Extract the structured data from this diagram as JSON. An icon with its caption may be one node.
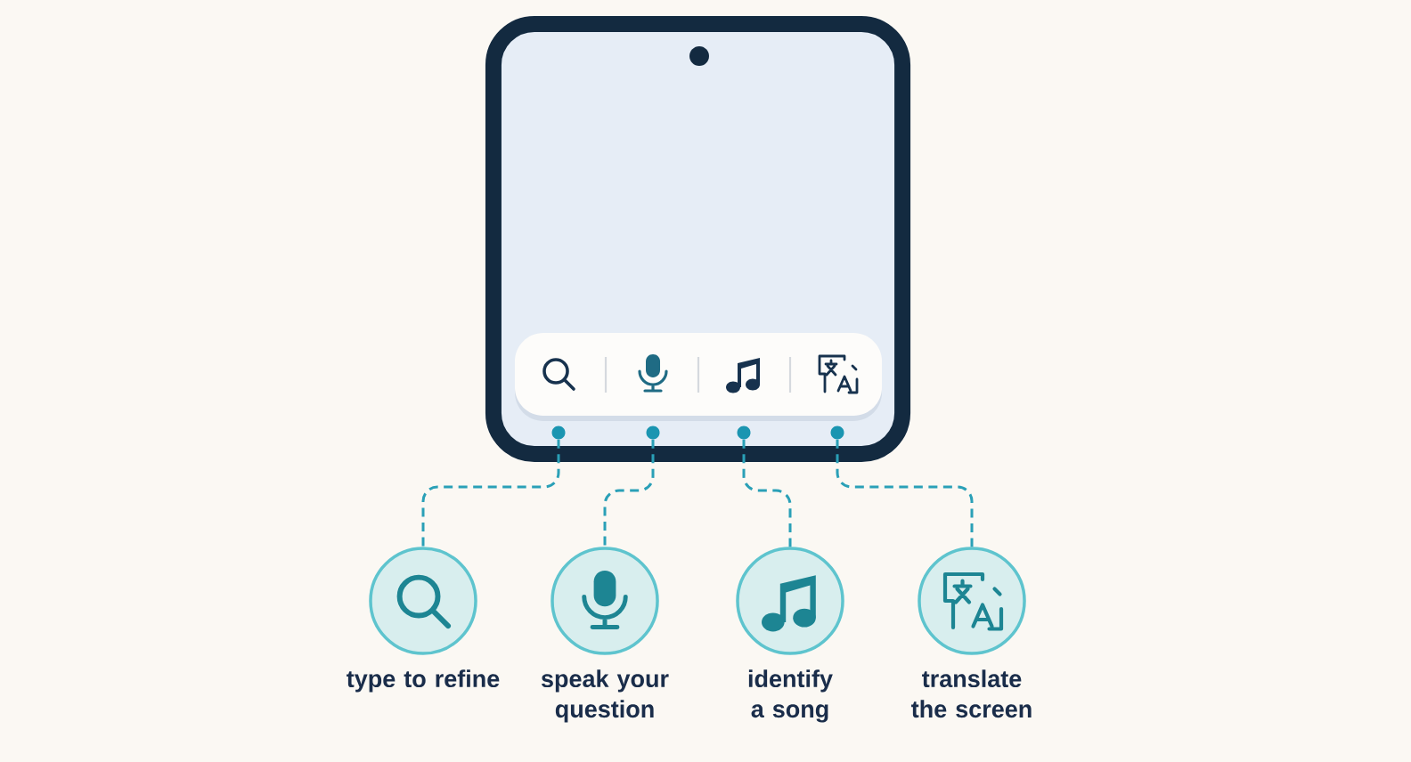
{
  "diagram": {
    "nodes": [
      {
        "text": [],
        "shape": "box"
      },
      {
        "text": [],
        "shape": "bar",
        "in": 0
      },
      {
        "text": [],
        "shape": "circle",
        "in": 0
      },
      {
        "text": [],
        "shape": "circle",
        "in": 0
      },
      {
        "text": [],
        "shape": "circle",
        "in": 0
      },
      {
        "text": [],
        "shape": "circle",
        "in": 0
      },
      {
        "text": [
          "type to refine"
        ]
      },
      {
        "text": [
          "speak your question"
        ]
      },
      {
        "text": [
          "identify a song"
        ]
      },
      {
        "text": [
          "translate the screen"
        ]
      }
    ],
    "edges": [
      {
        "from": 2,
        "to": 6,
        "arrow": "none",
        "style": "dashed"
      },
      {
        "from": 3,
        "to": 7,
        "arrow": "none",
        "style": "dashed"
      },
      {
        "from": 4,
        "to": 8,
        "arrow": "none",
        "style": "dashed"
      },
      {
        "from": 5,
        "to": 9,
        "arrow": "none",
        "style": "dashed"
      }
    ]
  }
}
